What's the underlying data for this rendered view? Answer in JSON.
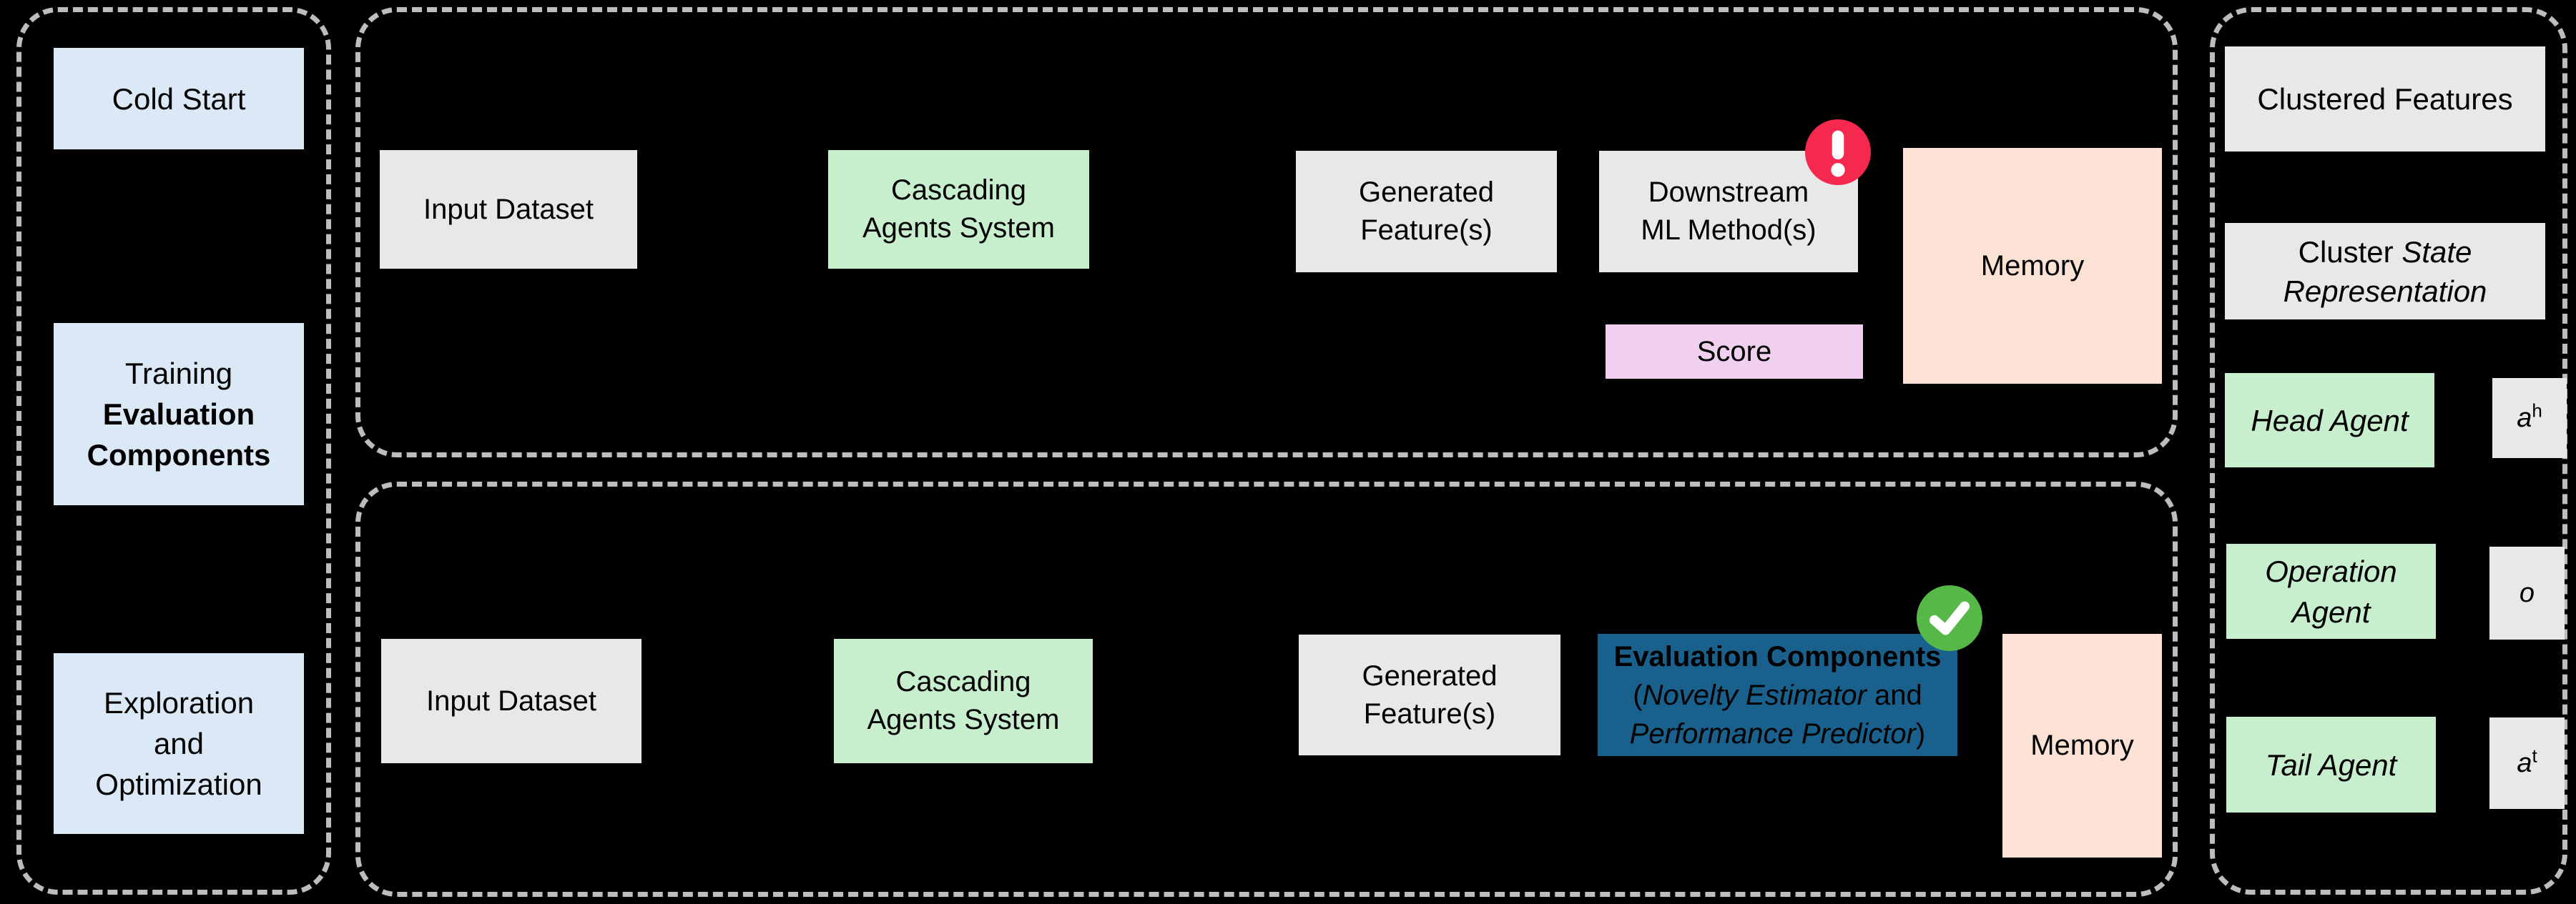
{
  "colors": {
    "background": "#000000",
    "panel_border": "#bdbdbd",
    "light_blue": "#dbe8f6",
    "box_gray": "#e8e8e8",
    "light_green": "#c7efcd",
    "peach": "#fce2d5",
    "pink": "#f1cfee",
    "dark_blue": "#19618c",
    "alert_red": "#f5294e",
    "check_green": "#56b947"
  },
  "left_panel": {
    "cold_start": "Cold Start",
    "training_line1": "Training",
    "training_line2": "Evaluation",
    "training_line3": "Components",
    "exploration_line1": "Exploration",
    "exploration_line2": "and",
    "exploration_line3": "Optimization"
  },
  "flow_top": {
    "input_dataset": "Input Dataset",
    "cascading_line1": "Cascading",
    "cascading_line2": "Agents System",
    "generated_line1": "Generated",
    "generated_line2": "Feature(s)",
    "downstream_line1": "Downstream",
    "downstream_line2": "ML Method(s)",
    "score": "Score",
    "memory": "Memory",
    "error_badge_icon": "exclamation-mark"
  },
  "flow_bottom": {
    "input_dataset": "Input Dataset",
    "cascading_line1": "Cascading",
    "cascading_line2": "Agents System",
    "generated_line1": "Generated",
    "generated_line2": "Feature(s)",
    "eval_title": "Evaluation Components",
    "eval_paren_open": "(",
    "eval_novelty": "Novelty Estimator",
    "eval_and": " and",
    "eval_performance": "Performance Predictor",
    "eval_paren_close": ")",
    "memory": "Memory",
    "success_badge_icon": "checkmark"
  },
  "right_panel": {
    "clustered_features": "Clustered Features",
    "cluster_state_regular": "Cluster ",
    "cluster_state_italic": "State",
    "cluster_state_line2": "Representation",
    "head_agent": "Head Agent",
    "head_action_base": "a",
    "head_action_sup": "h",
    "operation_line1": "Operation",
    "operation_line2": "Agent",
    "operation_action": "o",
    "tail_agent": "Tail Agent",
    "tail_action_base": "a",
    "tail_action_sup": "t"
  }
}
